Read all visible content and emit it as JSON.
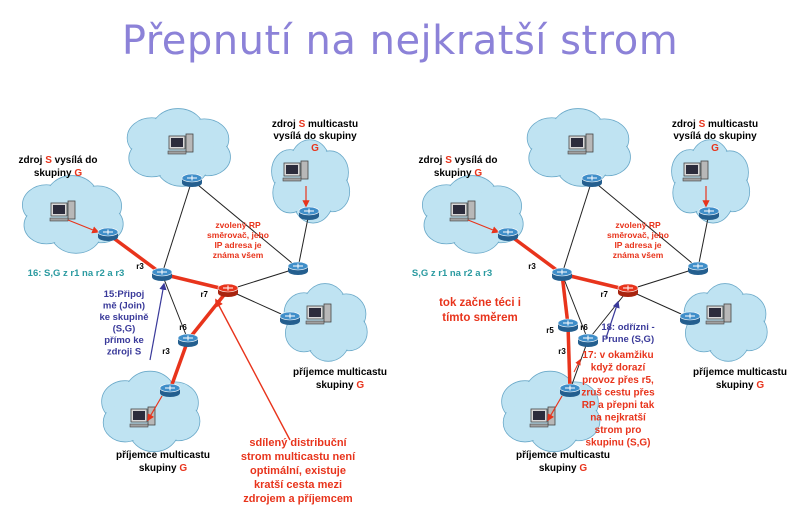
{
  "title": "Přepnutí na nejkratší strom",
  "colors": {
    "title": "#8c82d8",
    "red": "#e8341c",
    "teal": "#2a9aa0",
    "navy": "#3a3a9a",
    "cloud": "#bfe3f2",
    "router": "#3f8ec9"
  },
  "left": {
    "source_s": [
      "zdroj S vysílá do",
      "skupiny G"
    ],
    "source_multicast": [
      "zdroj S multicastu",
      "vysílá do skupiny",
      "G"
    ],
    "rp": [
      "zvolený RP",
      "směrovač, jeho",
      "IP adresa je",
      "známa všem"
    ],
    "step16": "16: S,G z r1 na r2 a r3",
    "step15": [
      "15:Připoj",
      "mě (Join)",
      "ke skupině",
      "(S,G)",
      "přímo ke",
      "zdroji S"
    ],
    "r3_top": "r3",
    "r6": "r6",
    "r7": "r7",
    "r3_bottom": "r3",
    "receiver_right": [
      "příjemce multicastu",
      "skupiny G"
    ],
    "receiver_bottom": [
      "příjemce multicastu",
      "skupiny G"
    ],
    "shared_tree": [
      "sdílený distribuční",
      "strom multicastu není",
      "optimální, existuje",
      "kratší cesta mezi",
      "zdrojem a příjemcem"
    ]
  },
  "right": {
    "source_s": [
      "zdroj S vysílá do",
      "skupiny G"
    ],
    "source_multicast": [
      "zdroj S multicastu",
      "vysílá do skupiny",
      "G"
    ],
    "rp": [
      "zvolený RP",
      "směrovač, jeho",
      "IP adresa je",
      "známa všem"
    ],
    "step_sg": "S,G z r1 na r2 a r3",
    "flow": [
      "tok začne téci i",
      "tímto směrem"
    ],
    "r3_top": "r3",
    "r5": "r5",
    "r6": "r6",
    "r7": "r7",
    "r3_bottom": "r3",
    "step18": [
      "18: odřízni -",
      "Prune (S,G)"
    ],
    "step17": [
      "17: v okamžiku",
      "když dorazí",
      "provoz přes r5,",
      "zruš cestu přes",
      "RP a přepni tak",
      "na nejkratší",
      "strom pro",
      "skupinu (S,G)"
    ],
    "receiver_right": [
      "příjemce multicastu",
      "skupiny G"
    ],
    "receiver_bottom": [
      "příjemce multicastu",
      "skupiny G"
    ]
  }
}
